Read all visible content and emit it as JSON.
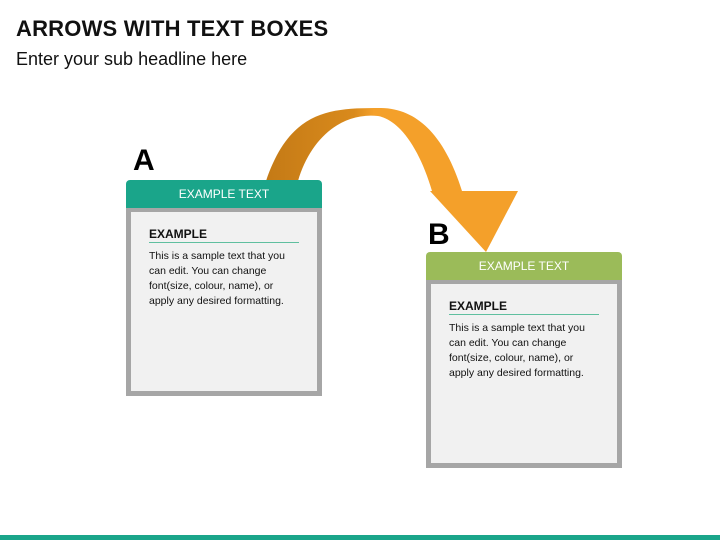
{
  "header": {
    "title": "ARROWS WITH TEXT BOXES",
    "subtitle": "Enter your sub headline here"
  },
  "cards": [
    {
      "letter": "A",
      "header": "EXAMPLE TEXT",
      "header_color": "#1aa58a",
      "body_title": "EXAMPLE",
      "body_text": "This is a sample text that you can edit. You can change font(size, colour, name), or apply any desired formatting."
    },
    {
      "letter": "B",
      "header": "EXAMPLE TEXT",
      "header_color": "#9bbb59",
      "body_title": "EXAMPLE",
      "body_text": "This is a sample text that you can edit. You can change font(size, colour, name), or apply any desired formatting."
    }
  ],
  "arrow": {
    "from": "A",
    "to": "B",
    "color_start": "#c47a16",
    "color_end": "#f4a02a",
    "icon": "curved-arrow-icon"
  },
  "footer_color": "#1aa58a"
}
